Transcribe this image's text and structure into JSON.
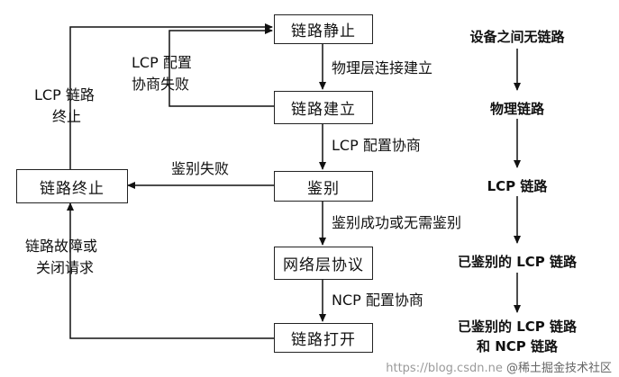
{
  "states": {
    "dead": "链路静止",
    "establish": "链路建立",
    "authenticate": "鉴别",
    "network": "网络层协议",
    "open": "链路打开",
    "terminate": "链路终止"
  },
  "edges": {
    "physical_up": "物理层连接建立",
    "lcp_negotiate": "LCP 配置协商",
    "lcp_fail_1": "LCP 配置",
    "lcp_fail_2": "协商失败",
    "auth_fail": "鉴别失败",
    "auth_ok": "鉴别成功或无需鉴别",
    "ncp_negotiate": "NCP 配置协商",
    "lcp_term_1": "LCP 链路",
    "lcp_term_2": "终止",
    "link_fail_1": "链路故障或",
    "link_fail_2": "关闭请求"
  },
  "right_column": {
    "s1": "设备之间无链路",
    "s2": "物理链路",
    "s3": "LCP 链路",
    "s4": "已鉴别的 LCP 链路",
    "s5a": "已鉴别的 LCP 链路",
    "s5b": "和 NCP 链路"
  },
  "watermark": {
    "url": "https://blog.csdn.ne",
    "brand": "@稀土掘金技术社区"
  }
}
